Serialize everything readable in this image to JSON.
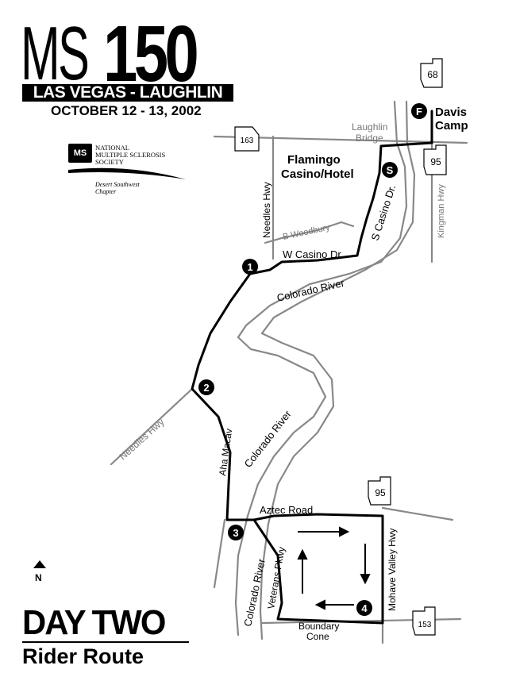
{
  "header": {
    "ms": "MS",
    "number": "150",
    "route": "LAS VEGAS - LAUGHLIN",
    "dates": "OCTOBER 12 - 13, 2002"
  },
  "society": {
    "logo": "MS",
    "name_lines": [
      "NATIONAL",
      "MULTIPLE SCLEROSIS",
      "SOCIETY"
    ],
    "chapter_lines": [
      "Desert Southwest",
      "Chapter"
    ]
  },
  "footer": {
    "title": "DAY TWO",
    "subtitle": "Rider Route"
  },
  "compass": {
    "label": "N"
  },
  "map": {
    "roads": {
      "needles_hwy_top": "Needles Hwy",
      "needles_hwy_bottom": "Needles Hwy",
      "b_woodbury": "B Woodbury",
      "w_casino": "W Casino Dr.",
      "s_casino": "S Casino Dr.",
      "kingman": "Kingman Hwy",
      "aha_macav": "Aha Macav",
      "aztec": "Aztec Road",
      "veterans": "Veterans Pkwy",
      "mohave": "Mohave Valley Hwy",
      "boundary": [
        "Boundary",
        "Cone"
      ],
      "laughlin_bridge": [
        "Laughlin",
        "Bridge"
      ]
    },
    "rivers": {
      "r1": "Colorado River",
      "r2": "Colorado River",
      "r3": "Colorado River"
    },
    "places": {
      "flamingo": [
        "Flamingo",
        "Casino/Hotel"
      ],
      "davis": [
        "Davis",
        "Camp"
      ]
    },
    "shields": {
      "s68": "68",
      "s163": "163",
      "s95_top": "95",
      "s95_bottom": "95",
      "s153": "153"
    },
    "markers": {
      "start": "S",
      "finish": "F",
      "m1": "1",
      "m2": "2",
      "m3": "3",
      "m4": "4"
    }
  }
}
